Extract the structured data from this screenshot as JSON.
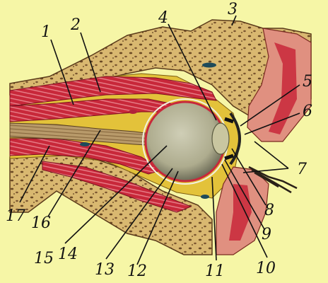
{
  "labels": {
    "l1": "1",
    "l2": "2",
    "l3": "3",
    "l4": "4",
    "l5": "5",
    "l6": "6",
    "l7": "7",
    "l8": "8",
    "l9": "9",
    "l10": "10",
    "l11": "11",
    "l12": "12",
    "l13": "13",
    "l14": "14",
    "l15": "15",
    "l16": "16",
    "l17": "17"
  },
  "colors": {
    "background": "#f6f6a6",
    "bone": "#d9b870",
    "bone_spots": "#6b4a25",
    "fat": "#e3c23a",
    "muscle": "#c8283a",
    "muscle_light": "#e8808a",
    "nerve": "#b89a6a",
    "eyeball": "#b9b79a",
    "skin": "#e09080",
    "eyelash": "#2a2018"
  }
}
